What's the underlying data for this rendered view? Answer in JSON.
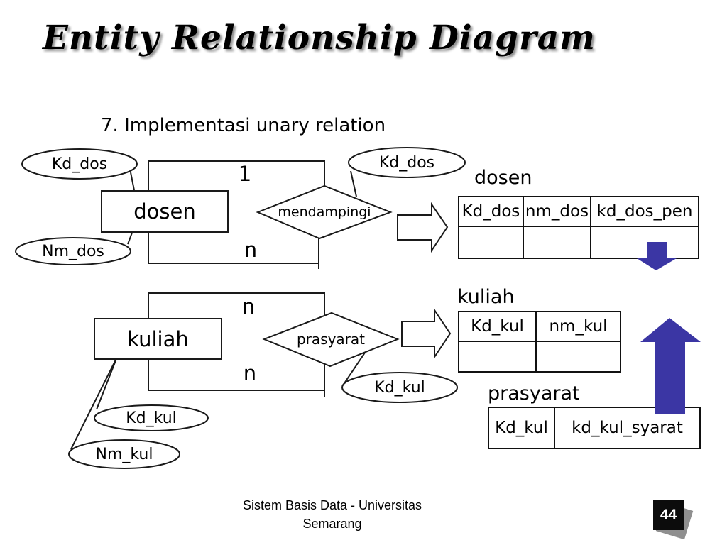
{
  "slide": {
    "title": "Entity Relationship Diagram",
    "subtitle": "7. Implementasi unary relation",
    "footer": {
      "line1": "Sistem Basis Data - Universitas",
      "line2": "Semarang"
    },
    "page_number": "44"
  },
  "colors": {
    "arrow_blue": "#3B36A4",
    "line_black": "#1a1a1a",
    "page_shadow_gray": "#8f8f8f"
  },
  "erd_top": {
    "entity_label": "dosen",
    "attr_kd": "Kd_dos",
    "attr_nm": "Nm_dos",
    "relation_label": "mendampingi",
    "relation_attr": "Kd_dos",
    "cardinality_top": "1",
    "cardinality_bottom": "n"
  },
  "erd_bottom": {
    "entity_label": "kuliah",
    "attr_kd": "Kd_kul",
    "attr_nm": "Nm_kul",
    "relation_label": "prasyarat",
    "relation_attr": "Kd_kul",
    "cardinality_top": "n",
    "cardinality_bottom": "n"
  },
  "tables": {
    "dosen": {
      "title": "dosen",
      "headers": [
        "Kd_dos",
        "nm_dos",
        "kd_dos_pen"
      ]
    },
    "kuliah": {
      "title": "kuliah",
      "headers": [
        "Kd_kul",
        "nm_kul"
      ]
    },
    "prasyarat": {
      "title": "prasyarat",
      "headers": [
        "Kd_kul",
        "kd_kul_syarat"
      ]
    }
  }
}
